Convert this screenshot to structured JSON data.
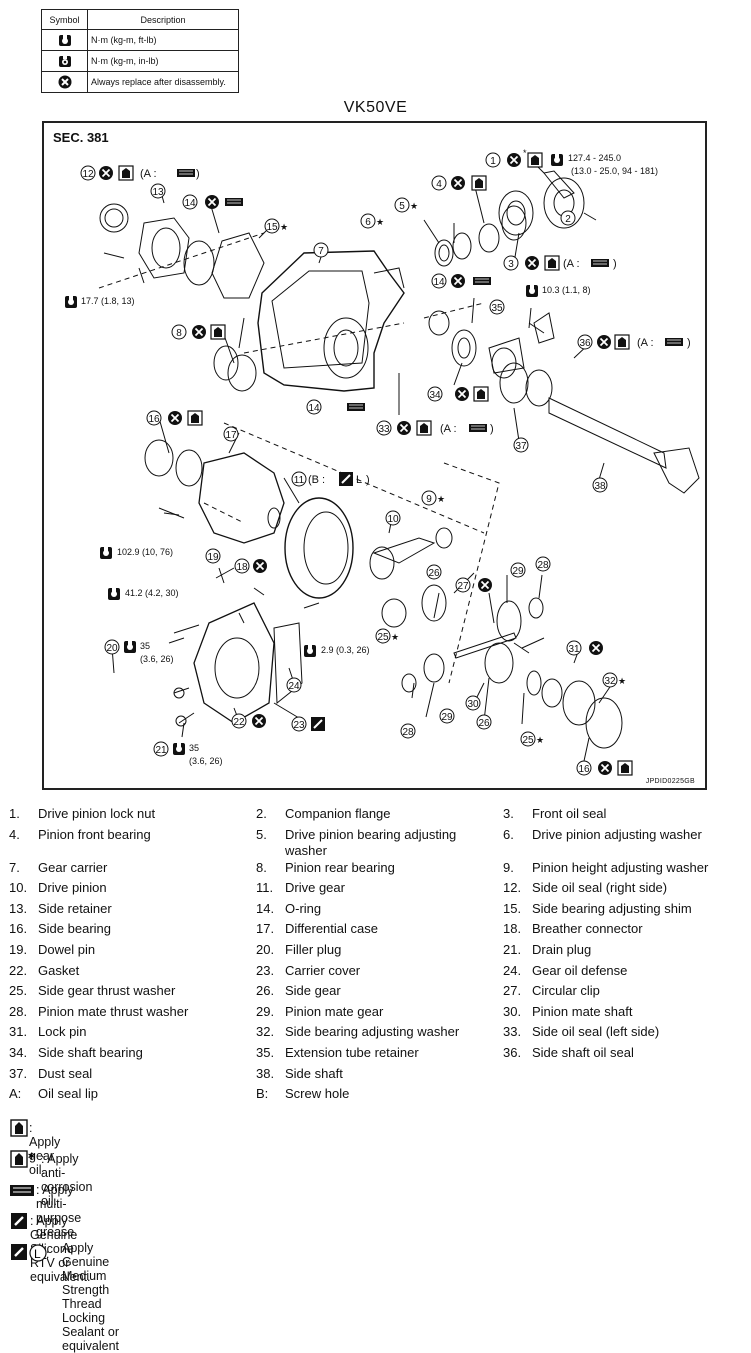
{
  "symbol_table": {
    "headers": [
      "Symbol",
      "Description"
    ],
    "rows": [
      {
        "icon": "torque-ft-lb-icon",
        "description": "N·m (kg-m, ft-lb)"
      },
      {
        "icon": "torque-in-lb-icon",
        "description": "N·m (kg-m, in-lb)"
      },
      {
        "icon": "replace-icon",
        "description": "Always replace after disassembly."
      }
    ]
  },
  "model": "VK50VE",
  "diagram": {
    "section": "SEC. 381",
    "code": "JPDID0225GB",
    "callouts": {
      "n1": "1",
      "n2": "2",
      "n3": "3",
      "n4": "4",
      "n5": "5",
      "n6": "6",
      "n7": "7",
      "n8": "8",
      "n9": "9",
      "n10": "10",
      "n11": "11",
      "n12": "12",
      "n13": "13",
      "n14a": "14",
      "n14b": "14",
      "n14c": "14",
      "n15": "15",
      "n16a": "16",
      "n16b": "16",
      "n17": "17",
      "n18": "18",
      "n19": "19",
      "n20": "20",
      "n21": "21",
      "n22": "22",
      "n23": "23",
      "n24": "24",
      "n25a": "25",
      "n25b": "25",
      "n26a": "26",
      "n26b": "26",
      "n27": "27",
      "n28a": "28",
      "n28b": "28",
      "n29a": "29",
      "n29b": "29",
      "n30": "30",
      "n31": "31",
      "n32": "32",
      "n33": "33",
      "n34": "34",
      "n35": "35",
      "n36": "36",
      "n37": "37",
      "n38": "38"
    },
    "torques": {
      "t1_line1": "127.4 - 245.0",
      "t1_line2": "(13.0 - 25.0, 94 - 181)",
      "t13": "17.7 (1.8, 13)",
      "t35": "10.3 (1.1, 8)",
      "t17": "102.9 (10, 76)",
      "t41": "41.2 (4.2, 30)",
      "t24": "2.9 (0.3, 26)",
      "t20_line1": "35",
      "t20_line2": "(3.6, 26)",
      "t21_line1": "35",
      "t21_line2": "(3.6, 26)"
    },
    "marks": {
      "a": "(A :",
      "close": ")",
      "b": "(B :",
      "l": "L",
      "star": "★",
      "asterisk": "*"
    }
  },
  "legend": [
    [
      {
        "n": "1.",
        "t": "Drive pinion lock nut"
      },
      {
        "n": "2.",
        "t": "Companion flange"
      },
      {
        "n": "3.",
        "t": "Front oil seal"
      }
    ],
    [
      {
        "n": "4.",
        "t": "Pinion front bearing"
      },
      {
        "n": "5.",
        "t": "Drive pinion bearing adjusting washer"
      },
      {
        "n": "6.",
        "t": "Drive pinion adjusting washer"
      }
    ],
    [
      {
        "n": "7.",
        "t": "Gear carrier"
      },
      {
        "n": "8.",
        "t": "Pinion rear bearing"
      },
      {
        "n": "9.",
        "t": "Pinion height adjusting washer"
      }
    ],
    [
      {
        "n": "10.",
        "t": "Drive pinion"
      },
      {
        "n": "11.",
        "t": "Drive gear"
      },
      {
        "n": "12.",
        "t": "Side oil seal (right side)"
      }
    ],
    [
      {
        "n": "13.",
        "t": "Side retainer"
      },
      {
        "n": "14.",
        "t": "O-ring"
      },
      {
        "n": "15.",
        "t": "Side bearing adjusting shim"
      }
    ],
    [
      {
        "n": "16.",
        "t": "Side bearing"
      },
      {
        "n": "17.",
        "t": "Differential case"
      },
      {
        "n": "18.",
        "t": "Breather connector"
      }
    ],
    [
      {
        "n": "19.",
        "t": "Dowel pin"
      },
      {
        "n": "20.",
        "t": "Filler plug"
      },
      {
        "n": "21.",
        "t": "Drain plug"
      }
    ],
    [
      {
        "n": "22.",
        "t": "Gasket"
      },
      {
        "n": "23.",
        "t": "Carrier cover"
      },
      {
        "n": "24.",
        "t": "Gear oil defense"
      }
    ],
    [
      {
        "n": "25.",
        "t": "Side gear thrust washer"
      },
      {
        "n": "26.",
        "t": "Side gear"
      },
      {
        "n": "27.",
        "t": "Circular clip"
      }
    ],
    [
      {
        "n": "28.",
        "t": "Pinion mate thrust washer"
      },
      {
        "n": "29.",
        "t": "Pinion mate gear"
      },
      {
        "n": "30.",
        "t": "Pinion mate shaft"
      }
    ],
    [
      {
        "n": "31.",
        "t": "Lock pin"
      },
      {
        "n": "32.",
        "t": "Side bearing adjusting washer"
      },
      {
        "n": "33.",
        "t": "Side oil seal (left side)"
      }
    ],
    [
      {
        "n": "34.",
        "t": "Side shaft bearing"
      },
      {
        "n": "35.",
        "t": "Extension tube retainer"
      },
      {
        "n": "36.",
        "t": "Side shaft oil seal"
      }
    ],
    [
      {
        "n": "37.",
        "t": "Dust seal"
      },
      {
        "n": "38.",
        "t": "Side shaft"
      },
      {
        "n": "",
        "t": ""
      }
    ],
    [
      {
        "n": "A:",
        "t": "Oil seal lip"
      },
      {
        "n": "B:",
        "t": "Screw hole"
      },
      {
        "n": "",
        "t": ""
      }
    ]
  ],
  "notes": [
    {
      "icon": "gear-oil-icon",
      "text": ": Apply gear oil."
    },
    {
      "icon": "anti-corrosion-oil-icon",
      "text": ": Apply anti-corrosion oil."
    },
    {
      "icon": "grease-icon",
      "text": ": Apply multi-purpose grease."
    },
    {
      "icon": "silicone-rtv-icon",
      "text": ": Apply Genuine Silicone RTV or equivalent."
    },
    {
      "icon": "thread-locking-icon",
      "text": "Apply Genuine Medium Strength Thread Locking Sealant or equivalent"
    }
  ]
}
